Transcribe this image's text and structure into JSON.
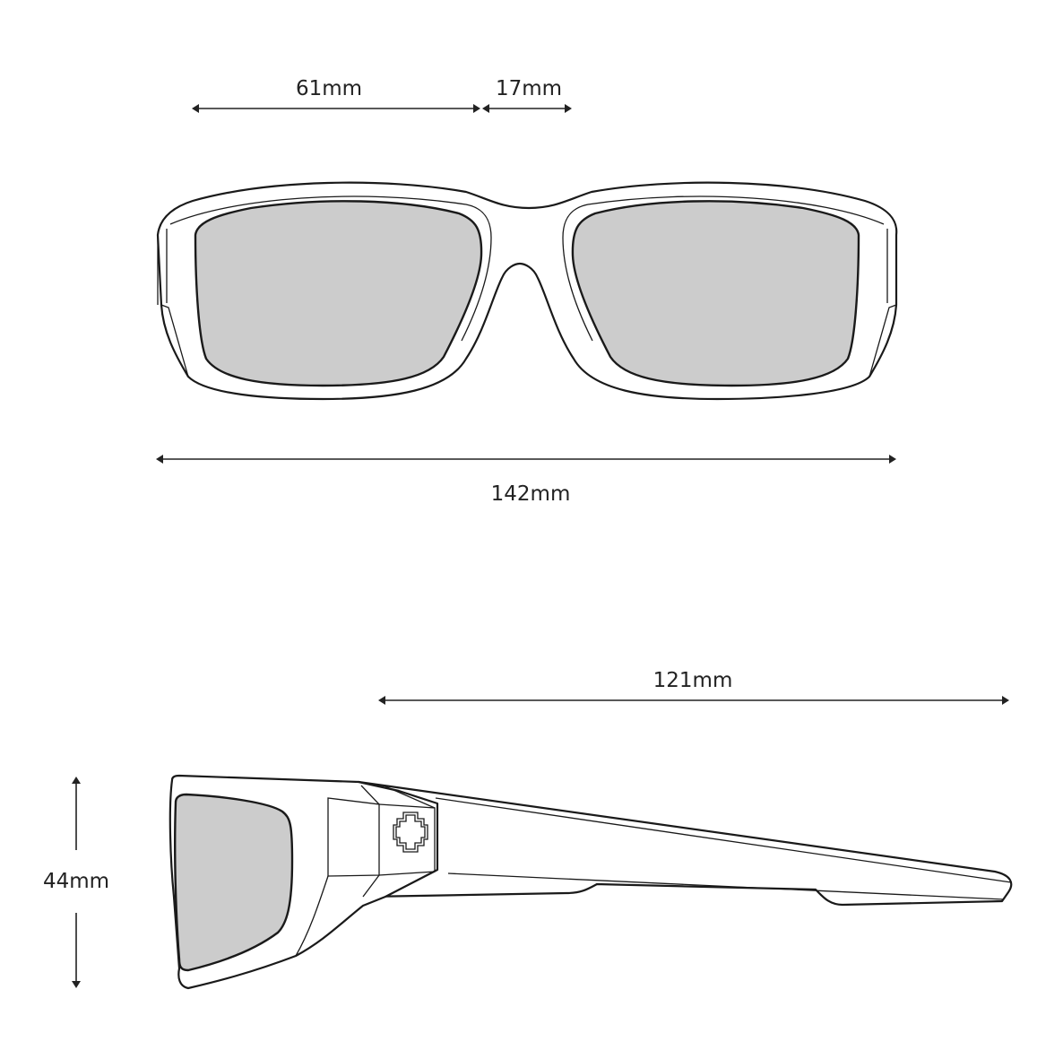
{
  "diagram": {
    "subject": "sunglasses dimensions",
    "views": [
      {
        "name": "front view",
        "lens_color": "#cccccc"
      },
      {
        "name": "side view",
        "lens_color": "#cccccc",
        "temple_logo": "spy-cross-logo"
      }
    ],
    "dimensions": {
      "lens_width": "61mm",
      "bridge_width": "17mm",
      "frame_width": "142mm",
      "temple_length": "121mm",
      "lens_height": "44mm"
    }
  }
}
